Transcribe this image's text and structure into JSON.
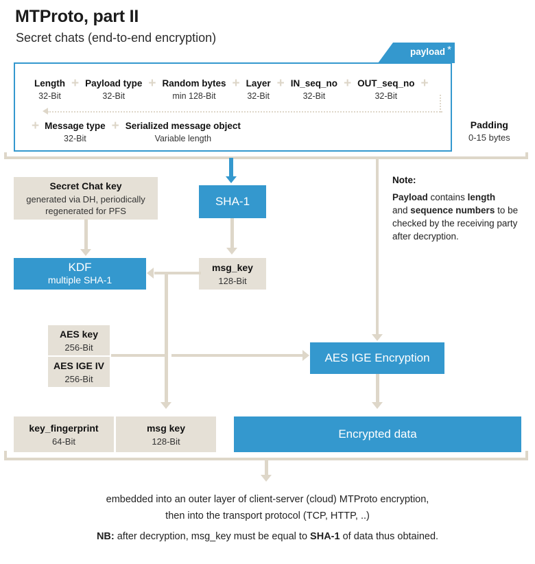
{
  "header": {
    "title": "MTProto, part II",
    "subtitle": "Secret chats (end-to-end encryption)"
  },
  "payload": {
    "tab_label": "payload",
    "tab_star": "*",
    "fields_row1": [
      {
        "name": "Length",
        "size": "32-Bit"
      },
      {
        "name": "Payload type",
        "size": "32-Bit"
      },
      {
        "name": "Random bytes",
        "size": "min 128-Bit"
      },
      {
        "name": "Layer",
        "size": "32-Bit"
      },
      {
        "name": "IN_seq_no",
        "size": "32-Bit"
      },
      {
        "name": "OUT_seq_no",
        "size": "32-Bit"
      }
    ],
    "fields_row2": [
      {
        "name": "Message type",
        "size": "32-Bit"
      },
      {
        "name": "Serialized message object",
        "size": "Variable length"
      }
    ],
    "separator": "+"
  },
  "padding": {
    "name": "Padding",
    "size": "0-15 bytes"
  },
  "note": {
    "title": "Note:",
    "line1_a": "Payload",
    "line1_b": " contains ",
    "line1_c": "length",
    "line2_a": "and ",
    "line2_b": "sequence numbers",
    "line2_c": " to be",
    "line3": "checked by the receiving party",
    "line4": "after decryption."
  },
  "nodes": {
    "secret_chat_key": {
      "title": "Secret Chat key",
      "subtitle": "generated via DH, periodically regenerated for PFS"
    },
    "sha1": {
      "title": "SHA-1"
    },
    "kdf": {
      "title": "KDF",
      "subtitle": "multiple SHA-1"
    },
    "msg_key": {
      "title": "msg_key",
      "subtitle": "128-Bit"
    },
    "aes_key": {
      "title": "AES key",
      "subtitle": "256-Bit"
    },
    "aes_ige_iv": {
      "title": "AES IGE IV",
      "subtitle": "256-Bit"
    },
    "aes_ige_encryption": {
      "title": "AES IGE Encryption"
    }
  },
  "result_row": [
    {
      "title": "key_fingerprint",
      "subtitle": "64-Bit"
    },
    {
      "title": "msg key",
      "subtitle": "128-Bit"
    },
    {
      "title": "Encrypted data",
      "subtitle": ""
    }
  ],
  "footer": {
    "line1": "embedded into an outer layer of client-server (cloud) MTProto encryption,",
    "line2": "then into the transport protocol (TCP, HTTP, ..)",
    "nb_label": "NB:",
    "nb_text_a": " after decryption, msg_key must be equal to ",
    "nb_bold": "SHA-1",
    "nb_text_b": " of data thus obtained."
  },
  "colors": {
    "blue": "#3498ce",
    "beige": "#e5e0d6",
    "connector": "#ded7c9",
    "text": "#222222"
  }
}
